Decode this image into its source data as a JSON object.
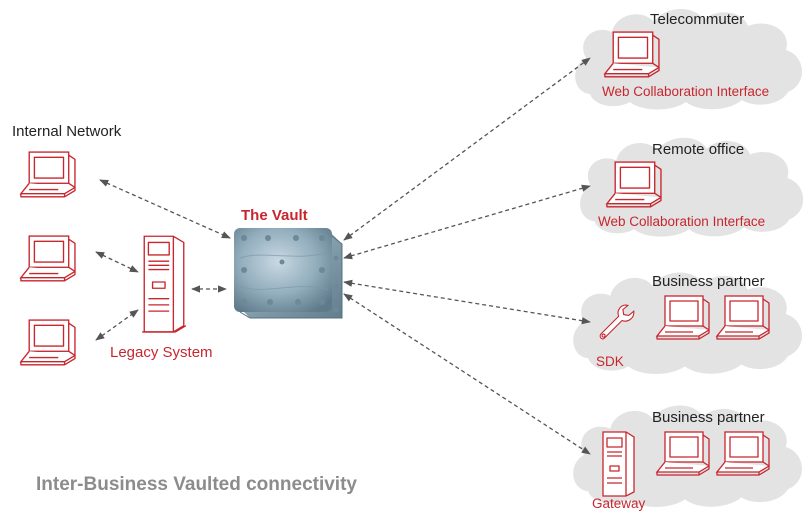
{
  "vault": {
    "title": "The Vault"
  },
  "internal": {
    "title": "Internal Network"
  },
  "legacy": {
    "label": "Legacy System"
  },
  "nodes": [
    {
      "title": "Telecommuter",
      "sub": "Web Collaboration Interface"
    },
    {
      "title": "Remote office",
      "sub": "Web Collaboration Interface"
    },
    {
      "title": "Business partner",
      "sub": "SDK"
    },
    {
      "title": "Business partner",
      "sub": "Gateway"
    }
  ],
  "caption": "Inter-Business Vaulted connectivity",
  "colors": {
    "accent": "#c8262e",
    "cloud": "#e3e3e3",
    "connector": "#555555",
    "caption": "#8c8c8c"
  },
  "icons": [
    "laptop-icon",
    "server-tower-icon",
    "vault-cube-icon",
    "wrench-icon",
    "cloud-shape"
  ]
}
